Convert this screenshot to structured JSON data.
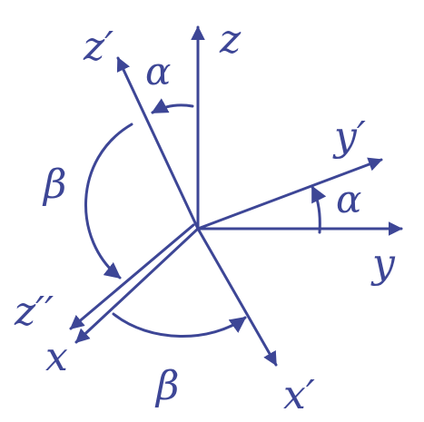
{
  "colors": {
    "stroke": "#3d4696"
  },
  "labels": {
    "z": "z",
    "z_prime": "z′",
    "y": "y",
    "y_prime": "y′",
    "x": "x",
    "x_prime": "x′",
    "z_double_prime": "z′′",
    "alpha_top": "α",
    "alpha_right": "α",
    "beta_left": "β",
    "beta_bottom": "β"
  }
}
